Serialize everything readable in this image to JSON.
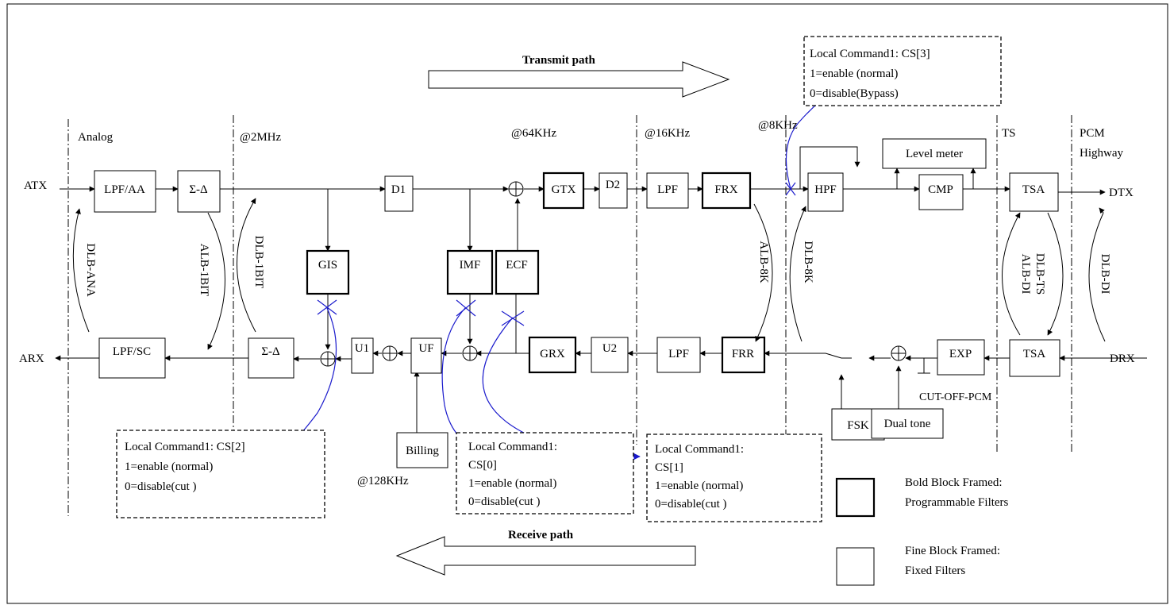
{
  "signals": {
    "atx": "ATX",
    "arx": "ARX",
    "dtx": "DTX",
    "drx": "DRX"
  },
  "zones": {
    "analog": "Analog",
    "f2mhz": "@2MHz",
    "f64khz": "@64KHz",
    "f16khz": "@16KHz",
    "f8khz": "@8KHz",
    "ts": "TS",
    "pcm1": "PCM",
    "pcm2": "Highway",
    "f128khz": "@128KHz"
  },
  "blocks": {
    "lpfaa": "LPF/AA",
    "sd_tx": "Σ-Δ",
    "d1": "D1",
    "gtx": "GTX",
    "d2": "D2",
    "lpf_tx": "LPF",
    "frx": "FRX",
    "hpf": "HPF",
    "level": "Level meter",
    "cmp": "CMP",
    "tsa_tx": "TSA",
    "gis": "GIS",
    "imf": "IMF",
    "ecf": "ECF",
    "lpfsc": "LPF/SC",
    "sd_rx": "Σ-Δ",
    "u1": "U1",
    "uf": "UF",
    "grx": "GRX",
    "u2": "U2",
    "lpf_rx": "LPF",
    "frr": "FRR",
    "exp": "EXP",
    "tsa_rx": "TSA",
    "billing": "Billing",
    "fsk": "FSK",
    "dualtone": "Dual tone"
  },
  "loops": {
    "dlb_ana": "DLB-ANA",
    "alb_1bit": "ALB-1BIT",
    "dlb_1bit": "DLB-1BIT",
    "alb_8k": "ALB-8K",
    "dlb_8k": "DLB-8K",
    "alb_di": "ALB-DI",
    "dlb_ts": "DLB-TS",
    "dlb_di": "DLB-DI"
  },
  "cutoff": "CUT-OFF-PCM",
  "paths": {
    "transmit": "Transmit path",
    "receive": "Receive path"
  },
  "notes": {
    "cs3": [
      "Local Command1: CS[3]",
      "1=enable (normal)",
      "0=disable(Bypass)"
    ],
    "cs2": [
      "Local Command1: CS[2]",
      "1=enable (normal)",
      "0=disable(cut )"
    ],
    "cs0": [
      "Local Command1:",
      "CS[0]",
      "1=enable (normal)",
      "0=disable(cut )"
    ],
    "cs1": [
      "Local Command1:",
      "CS[1]",
      "1=enable (normal)",
      "0=disable(cut )"
    ]
  },
  "legend": {
    "bold1": "Bold Block Framed:",
    "bold2": "Programmable Filters",
    "fine1": "Fine Block Framed:",
    "fine2": "Fixed Filters"
  }
}
